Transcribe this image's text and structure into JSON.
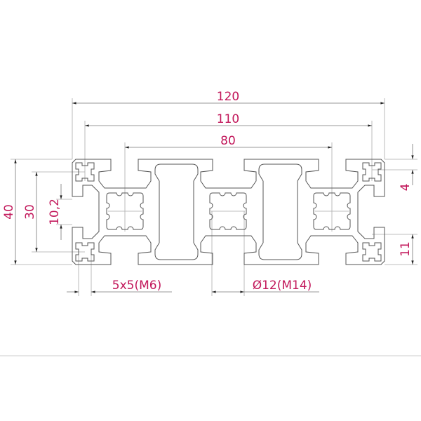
{
  "drawing": {
    "accent_color": "#c2185b",
    "dimensions": {
      "overall_width": "120",
      "slot_center_width": "110",
      "core_center_width": "80",
      "overall_height": "40",
      "slot_center_height": "30",
      "slot_opening": "10,2",
      "lip_thickness": "4",
      "slot_depth": "11",
      "corner_hole": "5x5(M6)",
      "core_hole": "Ø12(M14)"
    }
  }
}
